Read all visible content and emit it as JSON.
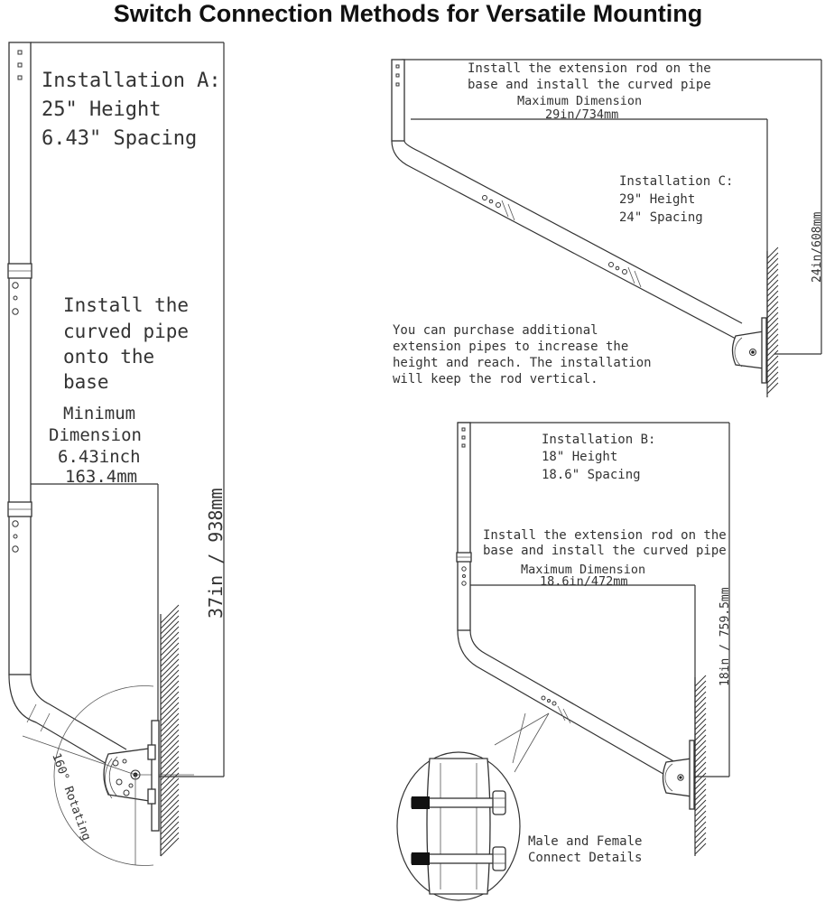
{
  "title": "Switch Connection Methods for Versatile Mounting",
  "installA": {
    "heading": "Installation A:",
    "height": "25\" Height",
    "spacing": "6.43\" Spacing",
    "instruction": [
      "Install the",
      "curved pipe",
      "onto the",
      "base"
    ],
    "dim_label": [
      "Minimum",
      "Dimension"
    ],
    "dim_inch": "6.43inch",
    "dim_mm": "163.4mm",
    "vertical_dim": "37in / 938mm",
    "rotating": "160° Rotating"
  },
  "installC": {
    "instruction": [
      "Install the extension rod on the",
      "base and install the curved pipe"
    ],
    "dim_label": "Maximum Dimension",
    "dim_value": "29in/734mm",
    "heading": "Installation C:",
    "height": "29\" Height",
    "spacing": "24\" Spacing",
    "vertical_dim": "24in/608mm"
  },
  "note": [
    "You can purchase additional",
    "extension pipes to increase the",
    "height and reach. The installation",
    "will keep the rod vertical."
  ],
  "installB": {
    "heading": "Installation B:",
    "height": "18\" Height",
    "spacing": "18.6\" Spacing",
    "instruction": [
      "Install the extension rod on the",
      "base and install the curved pipe"
    ],
    "dim_label": "Maximum Dimension",
    "dim_value": "18.6in/472mm",
    "vertical_dim": "18in / 759.5mm"
  },
  "detail": [
    "Male and Female",
    "Connect Details"
  ]
}
